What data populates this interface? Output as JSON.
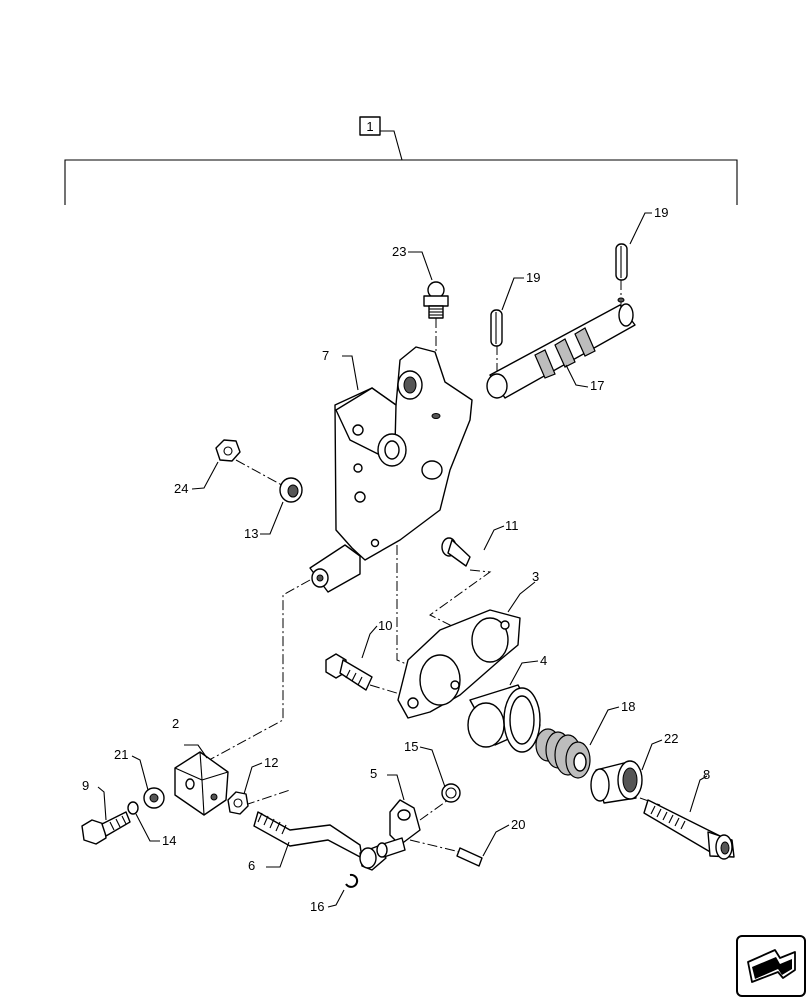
{
  "diagram": {
    "assembly_label": "1",
    "callouts": [
      {
        "id": "c1",
        "text": "2"
      },
      {
        "id": "c2",
        "text": "3"
      },
      {
        "id": "c3",
        "text": "4"
      },
      {
        "id": "c4",
        "text": "5"
      },
      {
        "id": "c5",
        "text": "6"
      },
      {
        "id": "c6",
        "text": "7"
      },
      {
        "id": "c7",
        "text": "8"
      },
      {
        "id": "c8",
        "text": "9"
      },
      {
        "id": "c9",
        "text": "10"
      },
      {
        "id": "c10",
        "text": "11"
      },
      {
        "id": "c11",
        "text": "12"
      },
      {
        "id": "c12",
        "text": "13"
      },
      {
        "id": "c13",
        "text": "14"
      },
      {
        "id": "c14",
        "text": "15"
      },
      {
        "id": "c15",
        "text": "16"
      },
      {
        "id": "c16",
        "text": "17"
      },
      {
        "id": "c17",
        "text": "18"
      },
      {
        "id": "c18a",
        "text": "19"
      },
      {
        "id": "c18b",
        "text": "19"
      },
      {
        "id": "c19",
        "text": "20"
      },
      {
        "id": "c20",
        "text": "21"
      },
      {
        "id": "c21",
        "text": "22"
      },
      {
        "id": "c22",
        "text": "23"
      },
      {
        "id": "c23",
        "text": "24"
      }
    ],
    "nav_icon": "navigate-arrow-icon"
  }
}
